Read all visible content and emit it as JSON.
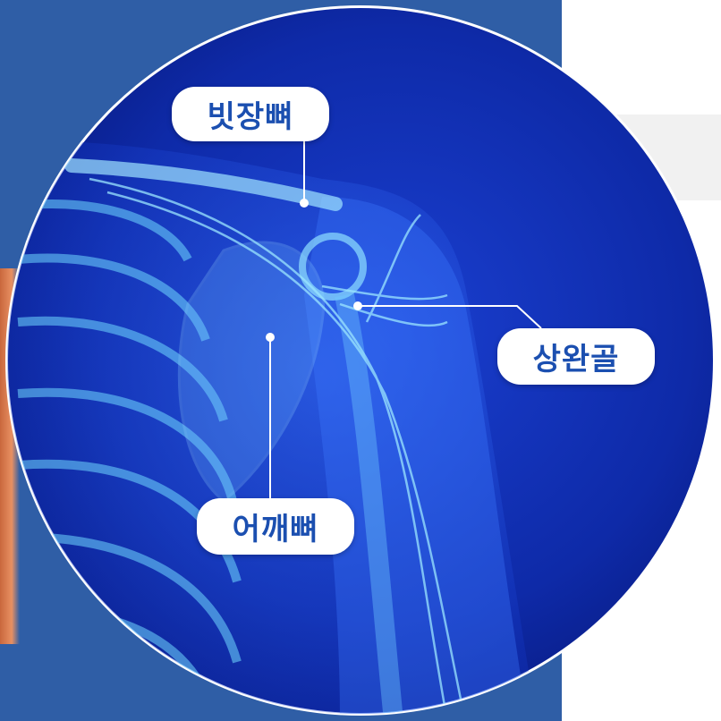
{
  "labels": {
    "clavicle": "빗장뼈",
    "humerus": "상완골",
    "scapula": "어깨뼈"
  },
  "colors": {
    "background": "#2f5ea6",
    "circle_dark": "#0a1e8c",
    "circle_light": "#2a5cff",
    "label_text": "#1b4fb0",
    "label_bg": "#ffffff"
  }
}
